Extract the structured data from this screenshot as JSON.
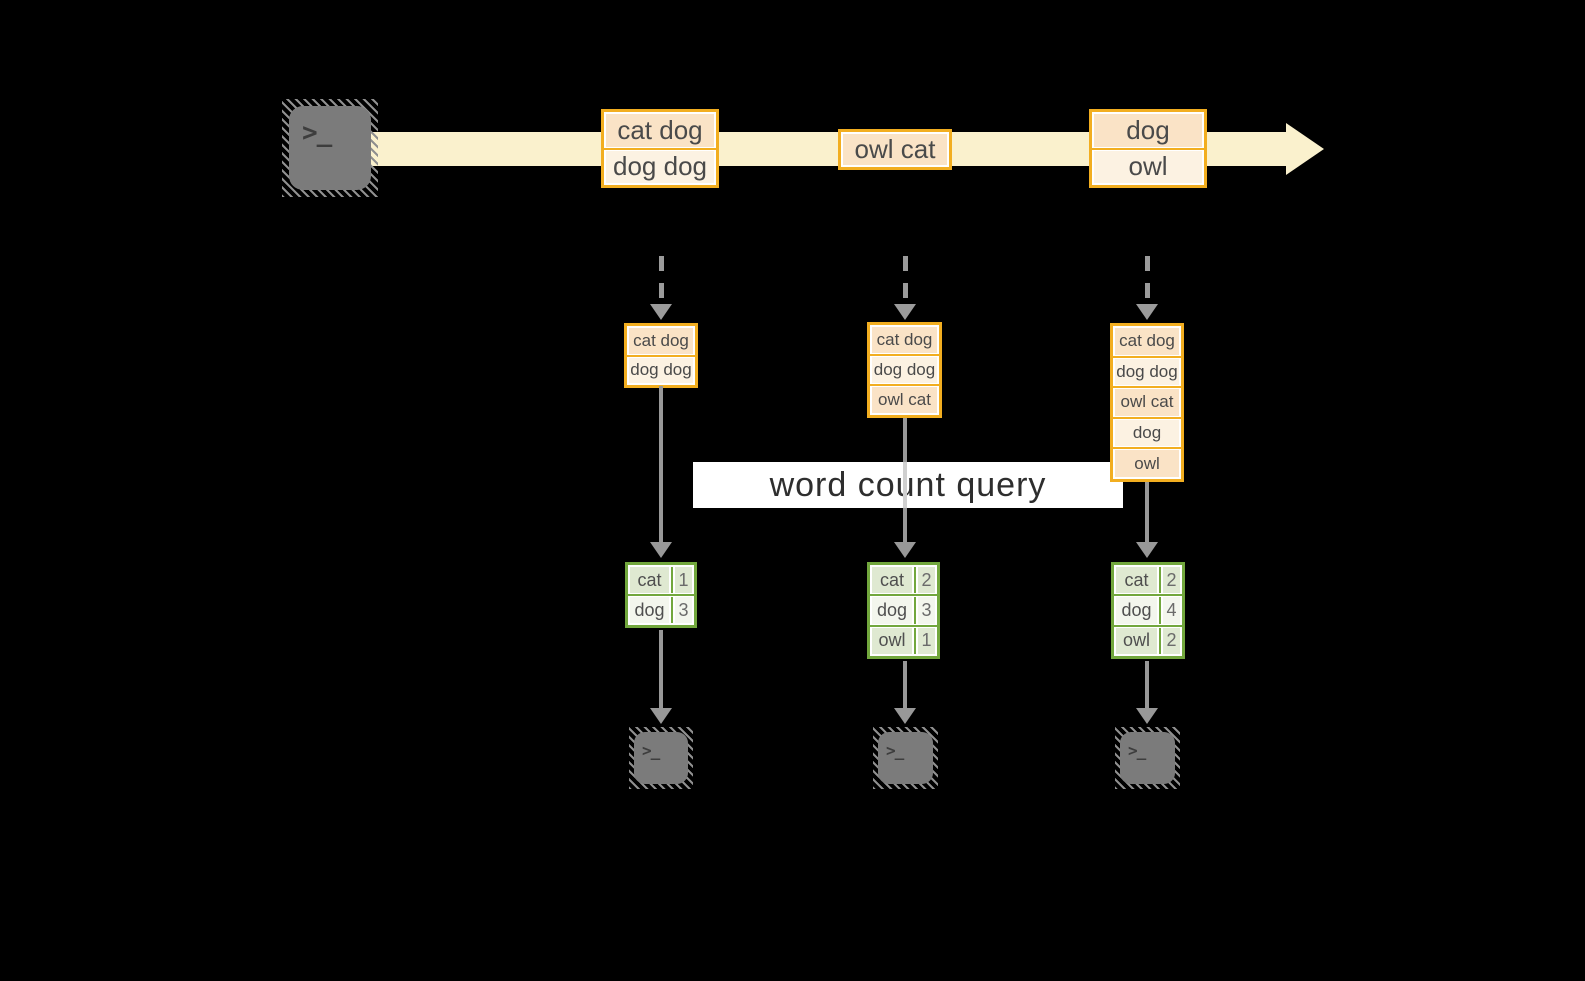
{
  "colors": {
    "background": "#000000",
    "gold_border": "#F2AE20",
    "peach_fill": "#FAE3C6",
    "cream_fill": "#FCF2E2",
    "stream_arrow": "#FAF1CD",
    "green_border": "#72A73D",
    "green_fill_dark": "#DFE9D1",
    "green_fill_light": "#F3F6ED",
    "connector_gray": "#989898",
    "terminal_gray": "#7B7B7B",
    "query_bar_bg": "#FFFFFF"
  },
  "terminals": {
    "prompt": ">_"
  },
  "timeline": {
    "event1": {
      "row1": "cat dog",
      "row2": "dog dog"
    },
    "event2": {
      "row1": "owl cat"
    },
    "event3": {
      "row1": "dog",
      "row2": "owl"
    }
  },
  "stacks": {
    "left": {
      "row1": "cat dog",
      "row2": "dog dog"
    },
    "middle": {
      "row1": "cat dog",
      "row2": "dog dog",
      "row3": "owl cat"
    },
    "right": {
      "row1": "cat dog",
      "row2": "dog dog",
      "row3": "owl cat",
      "row4": "dog",
      "row5": "owl"
    }
  },
  "query": {
    "label": "word count query"
  },
  "tables": {
    "left": {
      "rows": [
        {
          "word": "cat",
          "count": "1"
        },
        {
          "word": "dog",
          "count": "3"
        }
      ]
    },
    "middle": {
      "rows": [
        {
          "word": "cat",
          "count": "2"
        },
        {
          "word": "dog",
          "count": "3"
        },
        {
          "word": "owl",
          "count": "1"
        }
      ]
    },
    "right": {
      "rows": [
        {
          "word": "cat",
          "count": "2"
        },
        {
          "word": "dog",
          "count": "4"
        },
        {
          "word": "owl",
          "count": "2"
        }
      ]
    }
  }
}
